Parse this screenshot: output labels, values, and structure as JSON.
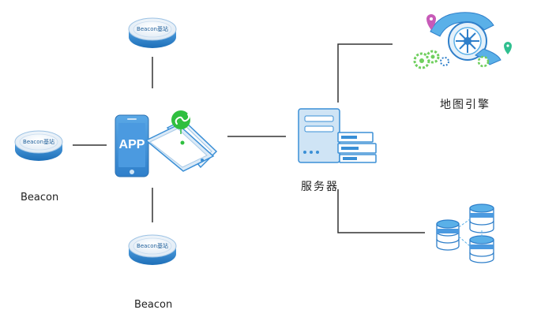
{
  "beacon_devices": [
    {
      "label": "Beacon基站"
    },
    {
      "label": "Beacon基站"
    },
    {
      "label": "Beacon基站"
    }
  ],
  "labels": {
    "beacon_left": "Beacon",
    "beacon_bottom": "Beacon",
    "server": "服务器",
    "map_engine": "地图引擎"
  },
  "app": {
    "label": "APP"
  },
  "colors": {
    "primary_blue": "#3a8fd6",
    "light_blue": "#cfe4f5",
    "mini_program_green": "#2fbf3f",
    "line": "#333333"
  },
  "icons": [
    "mini-program-icon",
    "server-icon",
    "map-engine-icon",
    "database-icon"
  ]
}
